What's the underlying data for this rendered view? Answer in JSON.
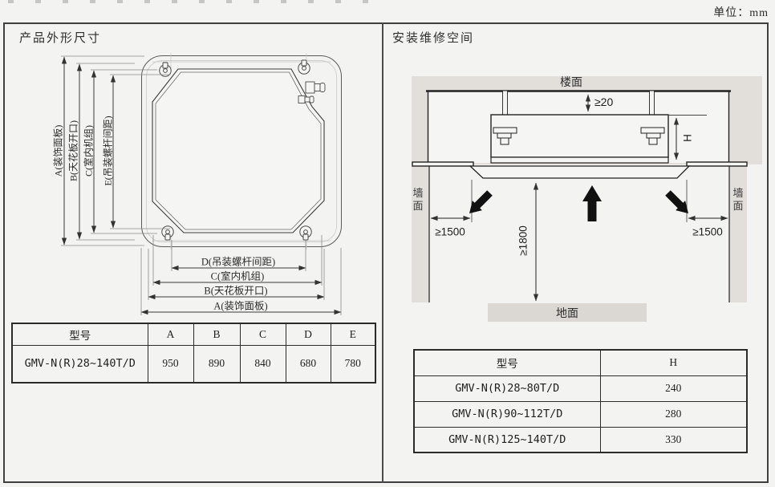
{
  "page": {
    "unit_note": "单位：mm"
  },
  "left_panel": {
    "title": "产品外形尺寸",
    "diagram": {
      "dim_a_label": "A(装饰面板)",
      "dim_b_label": "B(天花板开口)",
      "dim_c_label": "C(室内机组)",
      "dim_e_label": "E(吊装螺杆间距)",
      "dim_d_bottom_label": "D(吊装螺杆间距)",
      "dim_c_bottom_label": "C(室内机组)",
      "dim_b_bottom_label": "B(天花板开口)",
      "dim_a_bottom_label": "A(装饰面板)"
    },
    "table": {
      "headers": [
        "型号",
        "A",
        "B",
        "C",
        "D",
        "E"
      ],
      "rows": [
        {
          "model": "GMV-N(R)28~140T/D",
          "a": "950",
          "b": "890",
          "c": "840",
          "d": "680",
          "e": "780"
        }
      ]
    }
  },
  "right_panel": {
    "title": "安装维修空间",
    "diagram": {
      "ceiling_label": "楼面",
      "ceiling_gap": "≥20",
      "unit_height": "H",
      "wall_left": "墙面",
      "wall_right": "墙面",
      "clearance_left": "≥1500",
      "clearance_right": "≥1500",
      "floor_clearance": "≥1800",
      "floor_label": "地面"
    },
    "table": {
      "headers": [
        "型号",
        "H"
      ],
      "rows": [
        {
          "model": "GMV-N(R)28~80T/D",
          "h": "240"
        },
        {
          "model": "GMV-N(R)90~112T/D",
          "h": "280"
        },
        {
          "model": "GMV-N(R)125~140T/D",
          "h": "330"
        }
      ]
    }
  },
  "colors": {
    "line": "#3a3a3a",
    "gray_fill": "#e2dfda",
    "ground_fill": "#dbd8d3",
    "arrow": "#111111"
  }
}
